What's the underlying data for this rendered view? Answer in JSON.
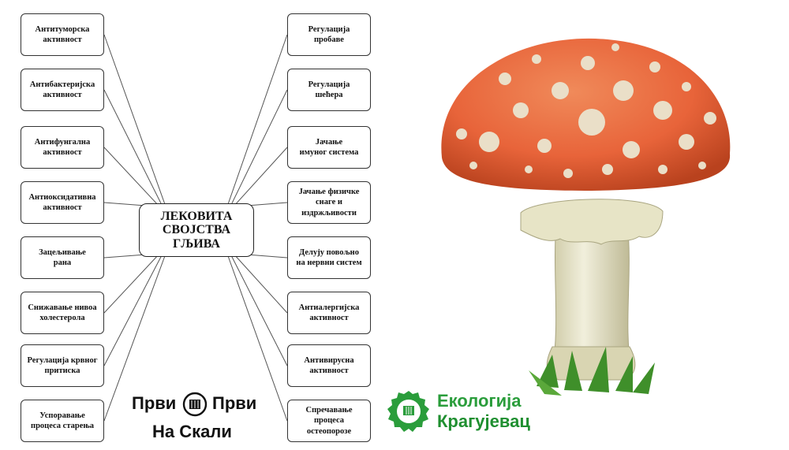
{
  "center_label": "ЛЕКОВИТА\nСВОЈСТВА\nГЉИВА",
  "left_items": [
    "Антитуморска\nактивност",
    "Антибактеријска\nактивност",
    "Антифунгална\nактивност",
    "Антиоксидативна\nактивност",
    "Зацељивање\nрана",
    "Снижавање нивоа\nхолестерола",
    "Регулација крвног\nпритиска",
    "Успоравање\nпроцеса старења"
  ],
  "right_items": [
    "Регулација\nпробаве",
    "Регулација\nшећера",
    "Јачање\nимуног система",
    "Јачање физичке\nснаге и\nиздржљивости",
    "Делују повољно\nна нервни систем",
    "Антиалергијска\nактивност",
    "Антивирусна\nактивност",
    "Спречавање\nпроцеса\nостеопорозе"
  ],
  "logo_left": {
    "word1": "Први",
    "word2": "Први",
    "line2": "На Скали"
  },
  "logo_right": {
    "line1": "Екологија",
    "line2": "Крагујевац"
  },
  "colors": {
    "cap": "#e8643a",
    "cap_dark": "#c84a25",
    "spots": "#eadfc8",
    "stem": "#e6e3c8",
    "grass": "#3f8f2a",
    "logo_green": "#2a9d3b"
  }
}
